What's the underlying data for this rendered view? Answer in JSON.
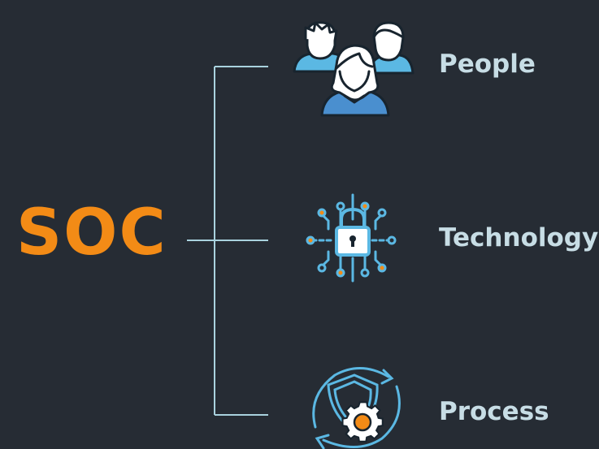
{
  "title": "SOC",
  "colors": {
    "background": "#262c34",
    "accent": "#f38b16",
    "line": "#a9d2de",
    "label": "#c7dde5",
    "icon_blue": "#5bb8e3",
    "icon_dark": "#18242e"
  },
  "branches": [
    {
      "label": "People",
      "icon": "people-icon"
    },
    {
      "label": "Technology",
      "icon": "circuit-lock-icon"
    },
    {
      "label": "Process",
      "icon": "shield-gear-cycle-icon"
    }
  ]
}
